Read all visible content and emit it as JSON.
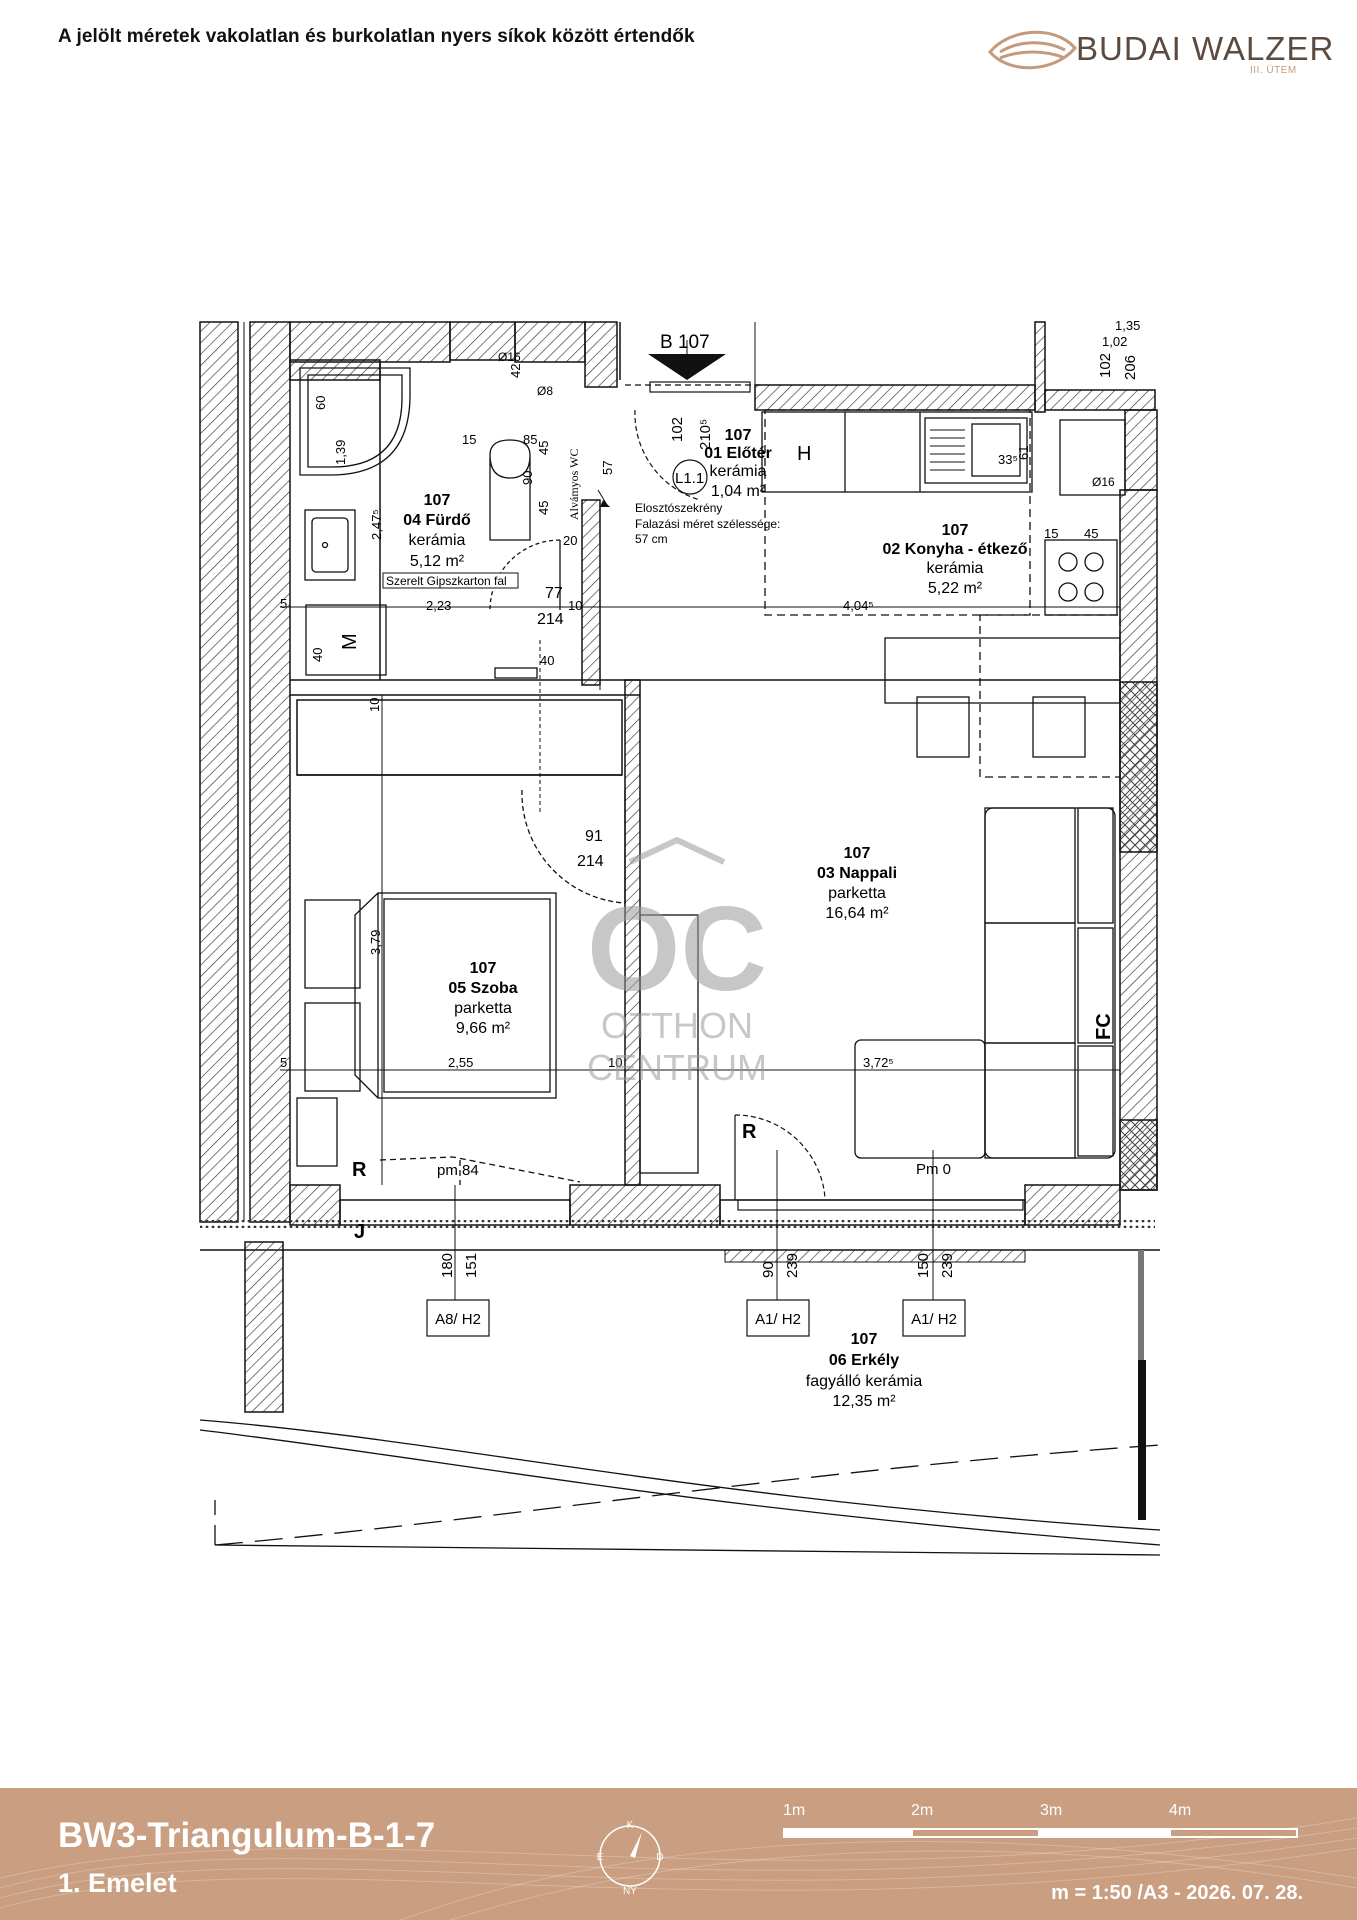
{
  "header": {
    "note": "A jelölt méretek vakolatlan és burkolatlan nyers síkok között értendők",
    "logo_name": "BUDAI WALZER",
    "logo_sub": "III. ÜTEM"
  },
  "section_marker": "B 107",
  "rooms": [
    {
      "num": "107",
      "name": "01 Előtér",
      "floor": "kerámia",
      "area": "1,04 m²"
    },
    {
      "num": "107",
      "name": "02 Konyha - étkező",
      "floor": "kerámia",
      "area": "5,22 m²"
    },
    {
      "num": "107",
      "name": "03 Nappali",
      "floor": "parketta",
      "area": "16,64 m²"
    },
    {
      "num": "107",
      "name": "04 Fürdő",
      "floor": "kerámia",
      "area": "5,12 m²"
    },
    {
      "num": "107",
      "name": "05 Szoba",
      "floor": "parketta",
      "area": "9,66 m²"
    },
    {
      "num": "107",
      "name": "06 Erkély",
      "floor": "fagyálló kerámia",
      "area": "12,35 m²"
    }
  ],
  "notes": {
    "distribution_box": "Elosztószekrény",
    "wall_size": "Falazási méret szélessége:",
    "wall_size_val": "57 cm",
    "gypsum_wall": "Szerelt Gipszkarton fal",
    "wc": "Alvámyos WC"
  },
  "labels": {
    "H": "H",
    "M": "M",
    "R1": "R",
    "R2": "R",
    "J": "J",
    "FC": "FC",
    "L11": "L1.1",
    "pm84": "pm 84",
    "pm0": "Pm 0"
  },
  "dimensions": {
    "d_223": "2,23",
    "d_4045": "4,04⁵",
    "d_255": "2,55",
    "d_3725": "3,72⁵",
    "d_379": "3,79",
    "d_2475": "2,47⁵",
    "d_139": "1,39",
    "d_60": "60",
    "d_77": "77",
    "d_214a": "214",
    "d_91": "91",
    "d_214b": "214",
    "d_40a": "40",
    "d_40b": "40",
    "d_20": "20",
    "d_10a": "10",
    "d_10b": "10",
    "d_10c": "10",
    "d_85": "85",
    "d_15a": "15",
    "d_90": "90",
    "d_45a": "45",
    "d_45b": "45",
    "d_57": "57",
    "d_102a": "102",
    "d_2105": "210⁵",
    "d_102b": "102",
    "d_206": "206",
    "d_135": "1,35",
    "d_102c": "1,02",
    "d_335": "33⁵",
    "d_61": "61",
    "d_15b": "15",
    "d_45c": "45",
    "d_o16a": "Ø16",
    "d_o16b": "Ø16",
    "d_o8": "Ø8",
    "d_42": "42",
    "d_5a": "5",
    "d_5b": "5"
  },
  "windows": [
    {
      "code": "A8/ H2",
      "h1": "180",
      "h2": "151"
    },
    {
      "code": "A1/ H2",
      "h1": "90",
      "h2": "239"
    },
    {
      "code": "A1/ H2",
      "h1": "150",
      "h2": "239"
    }
  ],
  "watermark": {
    "mark": "OC",
    "line1": "OTTHON",
    "line2": "CENTRUM"
  },
  "footer": {
    "title": "BW3-Triangulum-B-1-7",
    "floor": "1. Emelet",
    "scale": "m = 1:50 /A3 - 2026. 07. 28.",
    "scale_marks": [
      "1m",
      "2m",
      "3m",
      "4m"
    ],
    "compass": [
      "K",
      "D",
      "NY",
      "É"
    ]
  },
  "colors": {
    "footer_bg": "#c99e81",
    "logo_brown": "#5c4a3f",
    "logo_accent": "#c49a7c"
  }
}
